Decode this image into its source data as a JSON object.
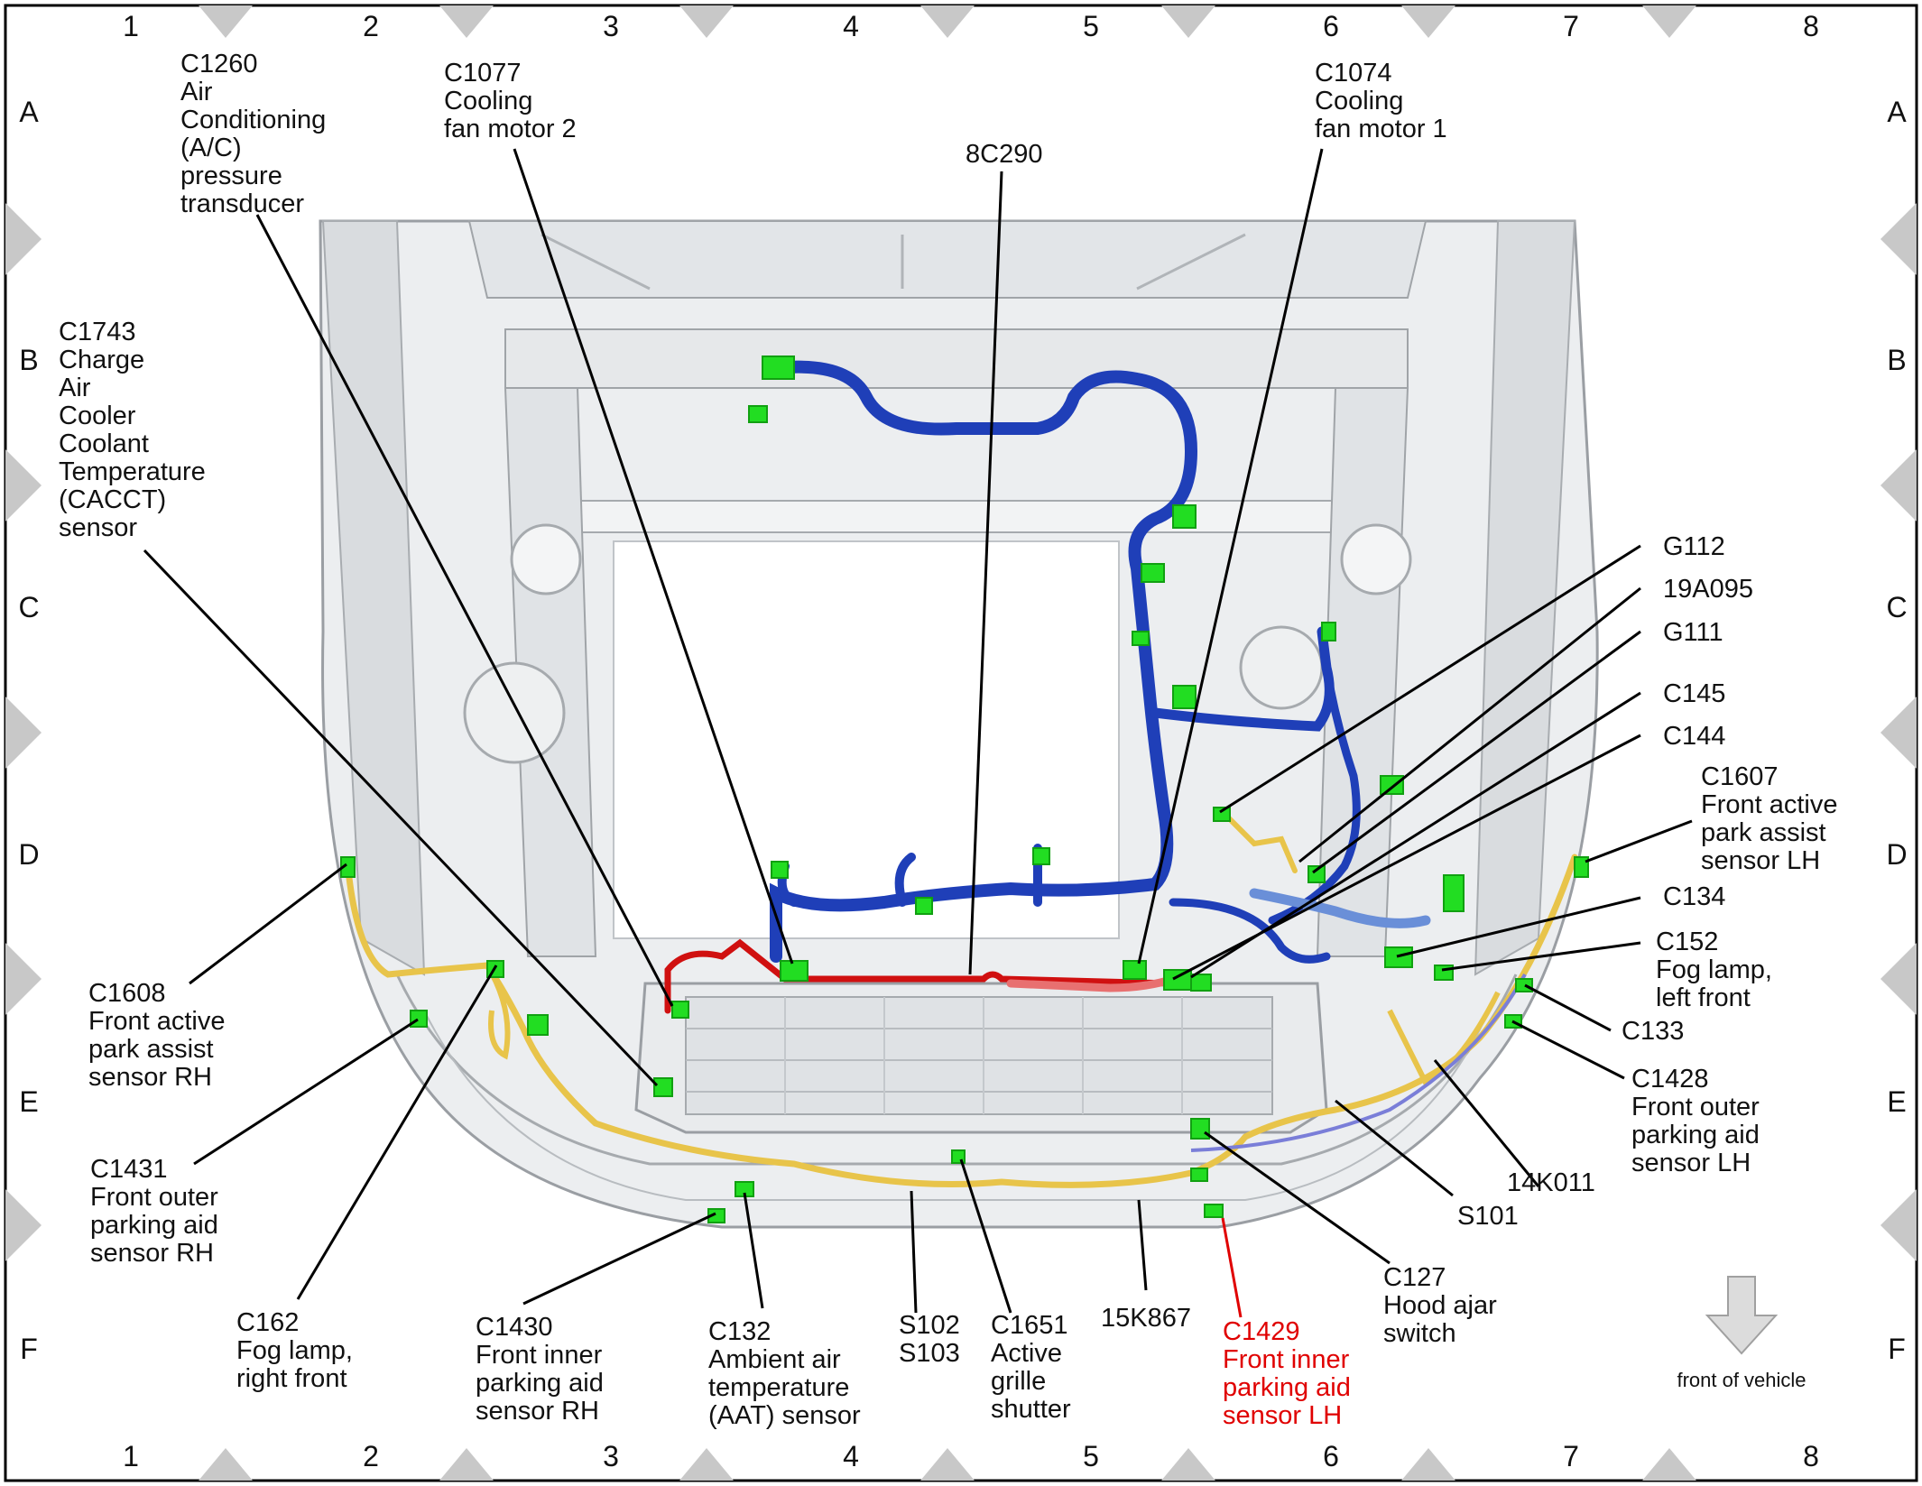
{
  "grid": {
    "columns": [
      "1",
      "2",
      "3",
      "4",
      "5",
      "6",
      "7",
      "8"
    ],
    "rows": [
      "A",
      "B",
      "C",
      "D",
      "E",
      "F"
    ]
  },
  "orientation": {
    "text": "front of vehicle",
    "icon": "down-arrow-icon"
  },
  "colors": {
    "harness_blue": "#1f3fb8",
    "harness_red": "#d01010",
    "harness_yellow": "#e8c44a",
    "connector_green": "#22dd22",
    "highlight_red": "#e00000"
  },
  "callouts": [
    {
      "id": "C1260",
      "lines": [
        "C1260",
        "Air",
        "Conditioning",
        "(A/C)",
        "pressure",
        "transducer"
      ]
    },
    {
      "id": "C1077",
      "lines": [
        "C1077",
        "Cooling",
        "fan motor 2"
      ]
    },
    {
      "id": "8C290",
      "lines": [
        "8C290"
      ]
    },
    {
      "id": "C1074",
      "lines": [
        "C1074",
        "Cooling",
        "fan motor 1"
      ]
    },
    {
      "id": "C1743",
      "lines": [
        "C1743",
        "Charge",
        "Air",
        "Cooler",
        "Coolant",
        "Temperature",
        "(CACCT)",
        "sensor"
      ]
    },
    {
      "id": "G112",
      "lines": [
        "G112"
      ]
    },
    {
      "id": "19A095",
      "lines": [
        "19A095"
      ]
    },
    {
      "id": "G111",
      "lines": [
        "G111"
      ]
    },
    {
      "id": "C145",
      "lines": [
        "C145"
      ]
    },
    {
      "id": "C144",
      "lines": [
        "C144"
      ]
    },
    {
      "id": "C1607",
      "lines": [
        "C1607",
        "Front active",
        "park assist",
        "sensor LH"
      ]
    },
    {
      "id": "C134",
      "lines": [
        "C134"
      ]
    },
    {
      "id": "C152",
      "lines": [
        "C152",
        "Fog lamp,",
        "left front"
      ]
    },
    {
      "id": "C133",
      "lines": [
        "C133"
      ]
    },
    {
      "id": "C1428",
      "lines": [
        "C1428",
        "Front outer",
        "parking aid",
        "sensor LH"
      ]
    },
    {
      "id": "14K011",
      "lines": [
        "14K011"
      ]
    },
    {
      "id": "S101",
      "lines": [
        "S101"
      ]
    },
    {
      "id": "C127",
      "lines": [
        "C127",
        "Hood ajar",
        "switch"
      ]
    },
    {
      "id": "C1429",
      "lines": [
        "C1429",
        "Front inner",
        "parking aid",
        "sensor LH"
      ],
      "highlight": true
    },
    {
      "id": "15K867",
      "lines": [
        "15K867"
      ]
    },
    {
      "id": "C1651",
      "lines": [
        "C1651",
        "Active",
        "grille",
        "shutter"
      ]
    },
    {
      "id": "S102_S103",
      "lines": [
        "S102",
        "S103"
      ]
    },
    {
      "id": "C132",
      "lines": [
        "C132",
        "Ambient air",
        "temperature",
        "(AAT) sensor"
      ]
    },
    {
      "id": "C1430",
      "lines": [
        "C1430",
        "Front inner",
        "parking aid",
        "sensor RH"
      ]
    },
    {
      "id": "C162",
      "lines": [
        "C162",
        "Fog lamp,",
        "right front"
      ]
    },
    {
      "id": "C1431",
      "lines": [
        "C1431",
        "Front outer",
        "parking aid",
        "sensor RH"
      ]
    },
    {
      "id": "C1608",
      "lines": [
        "C1608",
        "Front active",
        "park assist",
        "sensor RH"
      ]
    }
  ]
}
